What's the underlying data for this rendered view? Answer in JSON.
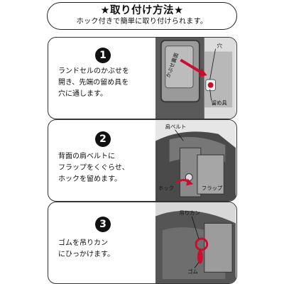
{
  "header": {
    "title": "★取り付け方法★",
    "subtitle": "ホック付きで簡単に取り付けられます。"
  },
  "steps": [
    {
      "number": "1",
      "text": "ランドセルのかぶせを\n開き、先端の留め具を\n穴に通します。",
      "labels": {
        "flap": "かぶせ裏面",
        "hole": "穴",
        "clasp": "留め具"
      }
    },
    {
      "number": "2",
      "text": "背面の肩ベルトに\nフラップをくぐらせ、\nホックを留めます。",
      "labels": {
        "belt": "肩ベルト",
        "hook": "ホック",
        "flap": "フラップ"
      }
    },
    {
      "number": "3",
      "text": "ゴムを吊りカン\nにひっかけます。",
      "labels": {
        "ring": "吊りカン",
        "rubber": "ゴム"
      }
    }
  ],
  "colors": {
    "accent_red": "#c8102e",
    "frame": "#222222"
  }
}
